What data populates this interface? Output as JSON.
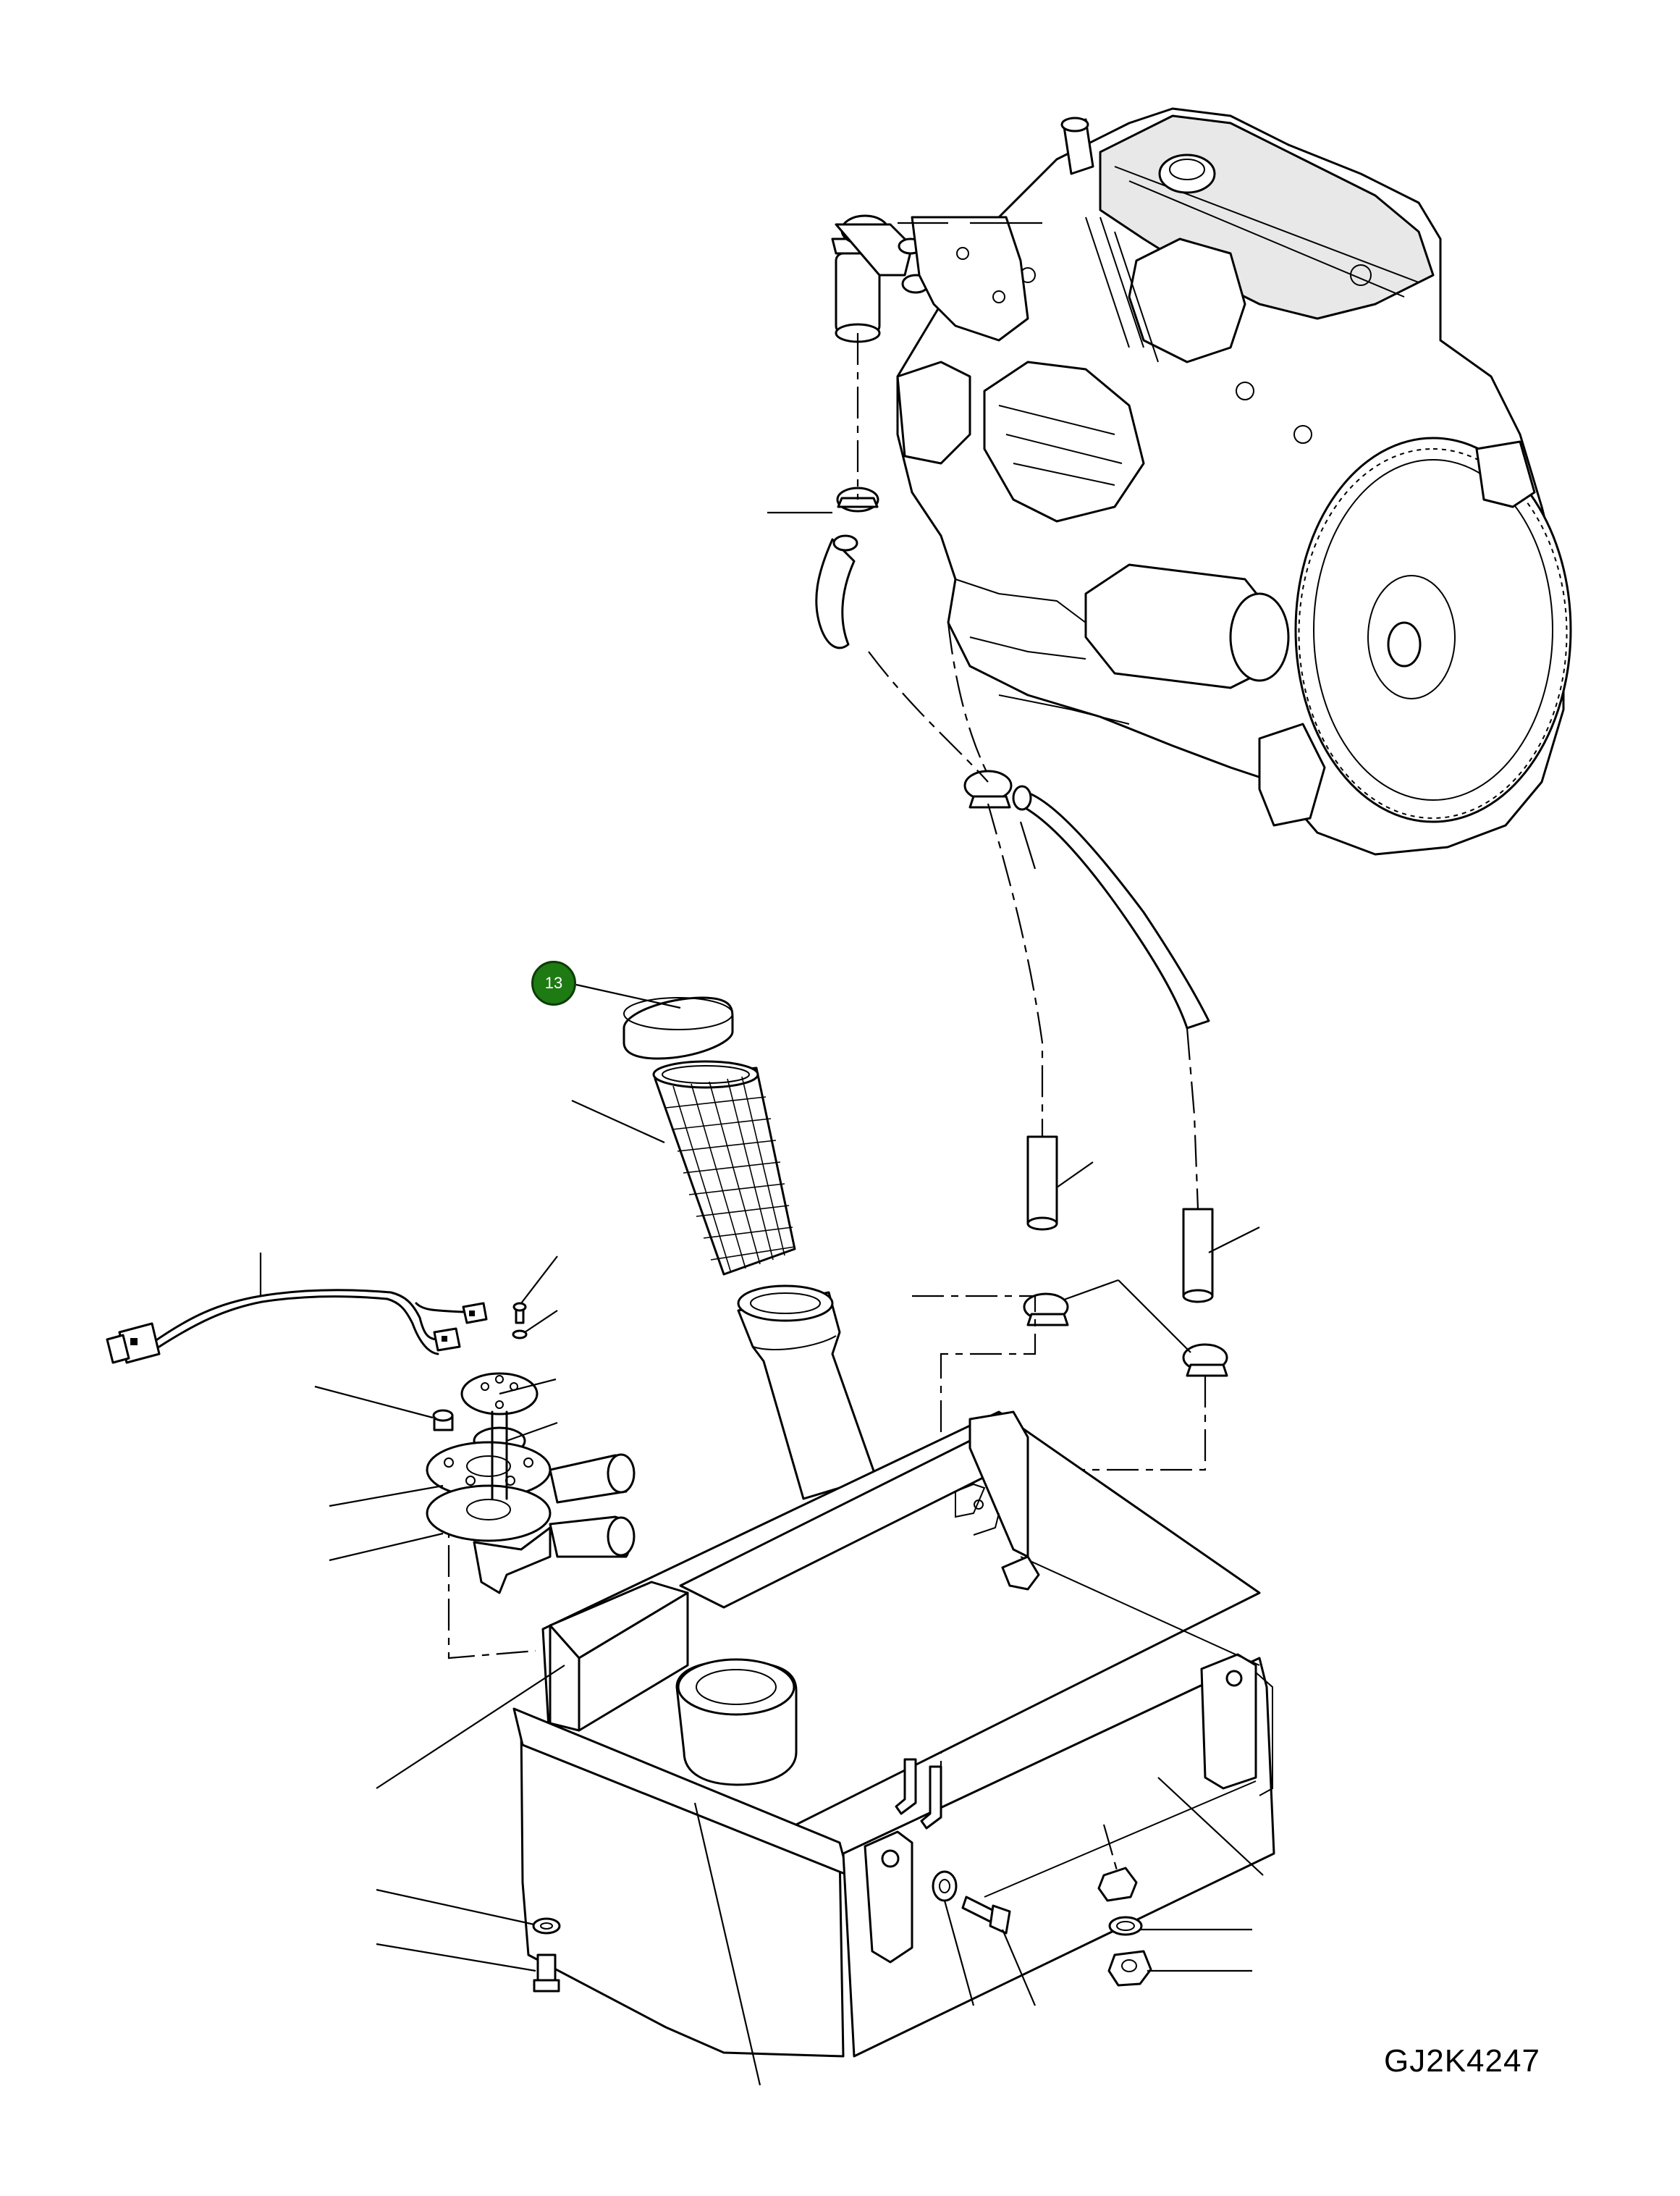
{
  "callouts": [
    {
      "number": "13",
      "color": "#1e7a12"
    }
  ],
  "drawing_code": "GJ2K4247",
  "components": [
    "engine-assembly",
    "fuel-tank",
    "strainer-cap",
    "fuel-strainer",
    "filler-neck",
    "fuel-sender-unit",
    "wiring-harness",
    "fuel-hoses",
    "hose-clamps",
    "fasteners"
  ]
}
